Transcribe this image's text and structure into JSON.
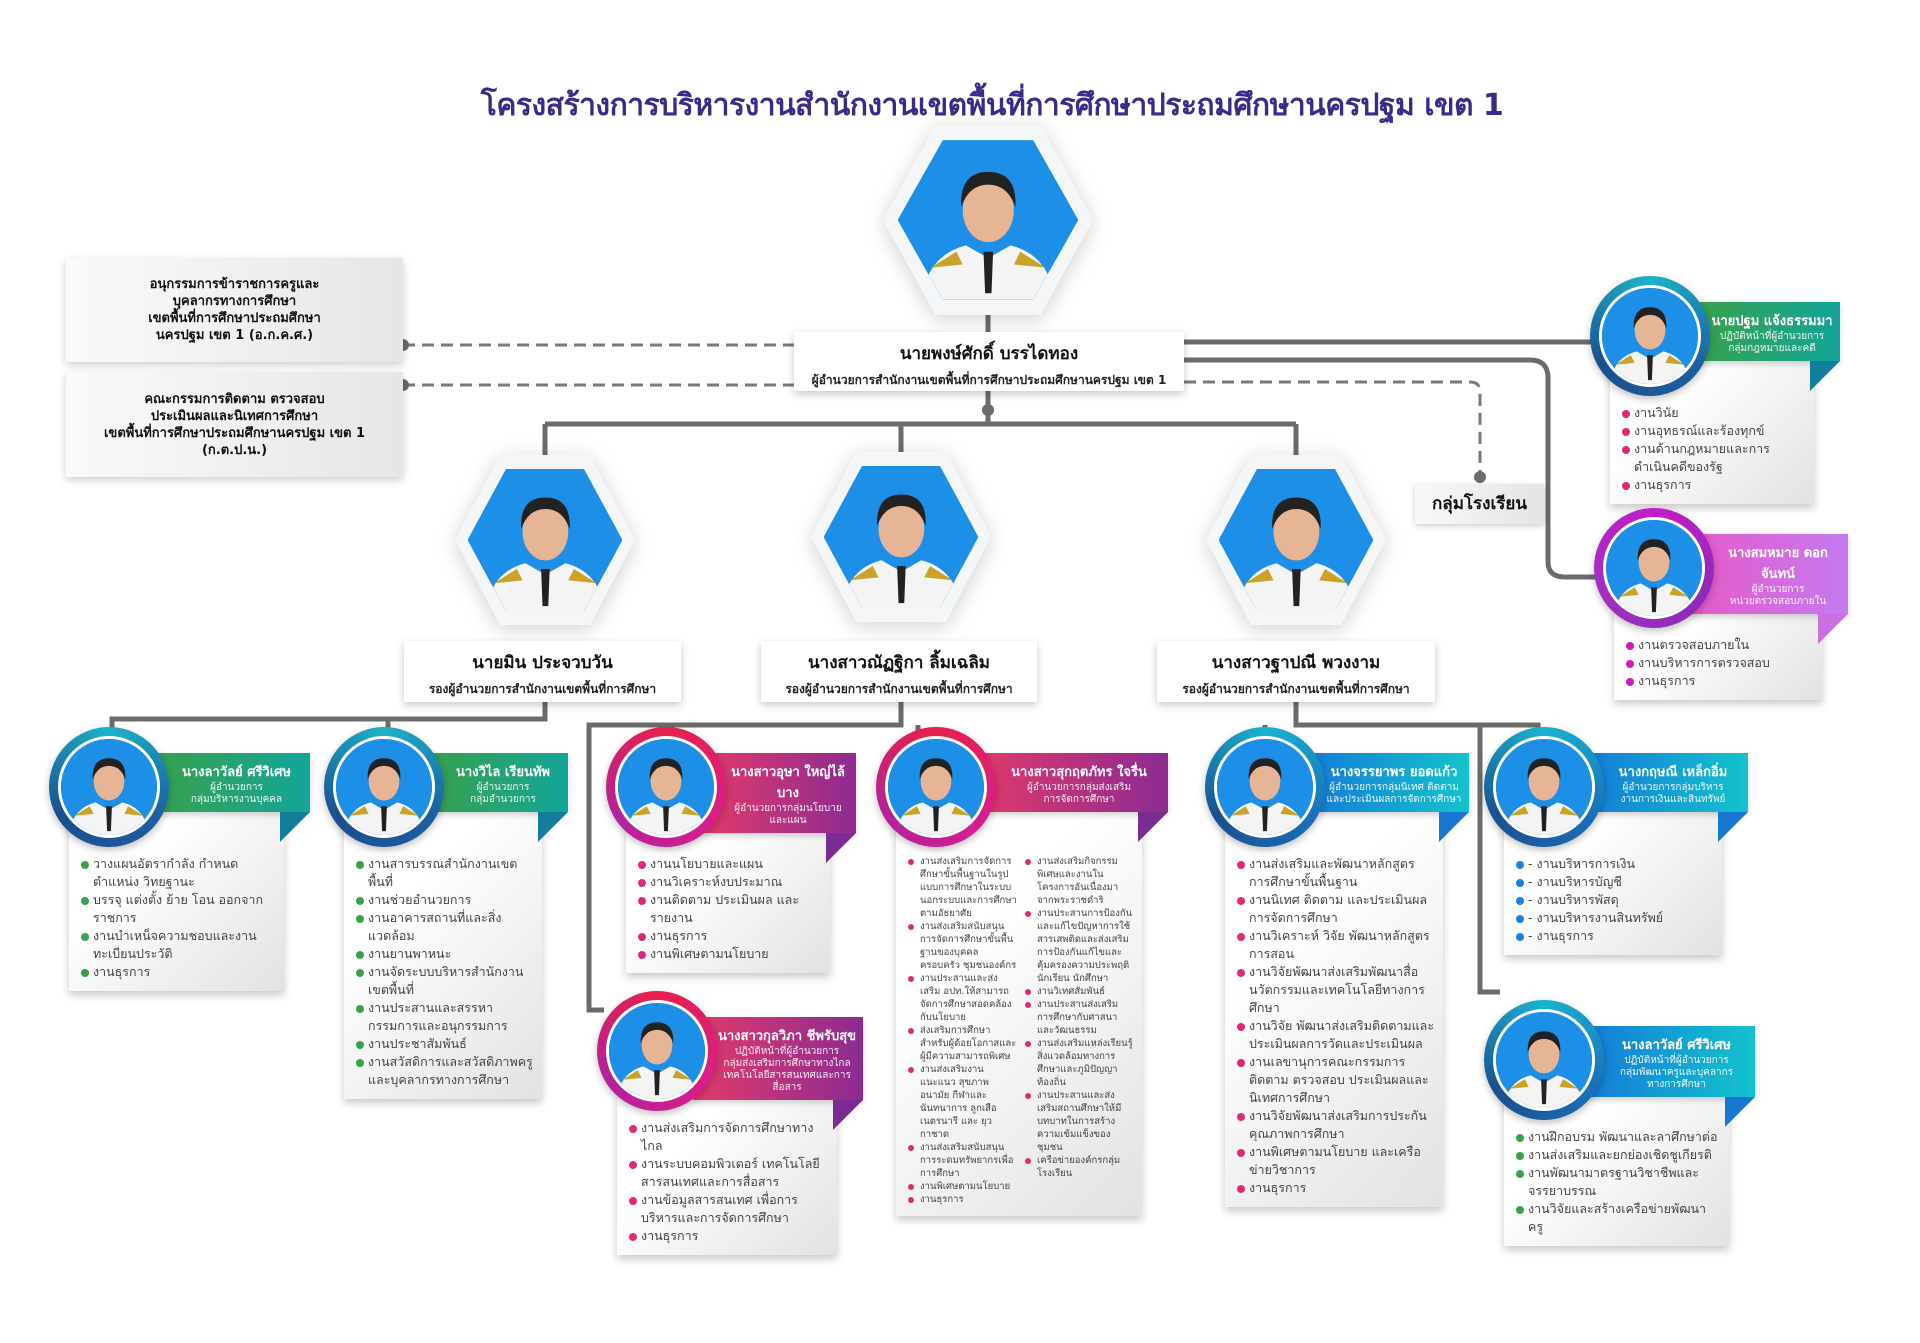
{
  "title": "โครงสร้างการบริหารงานสำนักงานเขตพื้นที่การศึกษาประถมศึกษานครปฐม เขต 1",
  "colors": {
    "title": "#3b2a8a",
    "connector": "#6b6b6b"
  },
  "director": {
    "name": "นายพงษ์ศักดิ์ บรรไดทอง",
    "position": "ผู้อำนวยการสำนักงานเขตพื้นที่การศึกษาประถมศึกษานครปฐม เขต 1"
  },
  "committees": [
    {
      "lines": [
        "อนุกรรมการข้าราชการครูและ",
        "บุคลากรทางการศึกษา",
        "เขตพื้นที่การศึกษาประถมศึกษา",
        "นครปฐม เขต 1 (อ.ก.ค.ศ.)"
      ]
    },
    {
      "lines": [
        "คณะกรรมการติดตาม ตรวจสอบ",
        "ประเมินผลและนิเทศการศึกษา",
        "เขตพื้นที่การศึกษาประถมศึกษานครปฐม เขต 1",
        "(ก.ต.ป.น.)"
      ]
    }
  ],
  "school_group": "กลุ่มโรงเรียน",
  "deputies": [
    {
      "name": "นายมิน ประจวบวัน",
      "position": "รองผู้อำนวยการสำนักงานเขตพื้นที่การศึกษา"
    },
    {
      "name": "นางสาวณัฏฐิกา ลิ้มเฉลิม",
      "position": "รองผู้อำนวยการสำนักงานเขตพื้นที่การศึกษา"
    },
    {
      "name": "นางสาวฐาปณี พวงงาม",
      "position": "รองผู้อำนวยการสำนักงานเขตพื้นที่การศึกษา"
    }
  ],
  "groups": [
    {
      "id": "legal",
      "name": "นายปฐม แจ้งธรรมมา",
      "position": [
        "ปฏิบัติหน้าที่ผู้อำนวยการ",
        "กลุ่มกฎหมายและคดี"
      ],
      "items": [
        "งานวินัย",
        "งานอุทธรณ์และร้องทุกข์",
        "งานด้านกฎหมายและการดำเนินคดีของรัฐ",
        "งานธุรการ"
      ]
    },
    {
      "id": "audit",
      "name": "นางสมหมาย ดอกจันทน์",
      "position": [
        "ผู้อำนวยการ",
        "หน่วยตรวจสอบภายใน"
      ],
      "items": [
        "งานตรวจสอบภายใน",
        "งานบริหารการตรวจสอบ",
        "งานธุรการ"
      ]
    },
    {
      "id": "personnel",
      "name": "นางลาวัลย์ ศรีวิเศษ",
      "position": [
        "ผู้อำนวยการ",
        "กลุ่มบริหารงานบุคคล"
      ],
      "items": [
        "วางแผนอัตรากำลัง กำหนดตำแหน่ง วิทยฐานะ",
        "บรรจุ แต่งตั้ง ย้าย โอน ออกจากราชการ",
        "งานบำเหน็จความชอบและงานทะเบียนประวัติ",
        "งานธุรการ"
      ]
    },
    {
      "id": "admin",
      "name": "นางวิไล เรียนทัพ",
      "position": [
        "ผู้อำนวยการ",
        "กลุ่มอำนวยการ"
      ],
      "items": [
        "งานสารบรรณสำนักงานเขตพื้นที่",
        "งานช่วยอำนวยการ",
        "งานอาคารสถานที่และสิ่งแวดล้อม",
        "งานยานพาหนะ",
        "งานจัดระบบบริหารสำนักงานเขตพื้นที่",
        "งานประสานและสรรหากรรมการและอนุกรรมการ",
        "งานประชาสัมพันธ์",
        "งานสวัสดิการและสวัสดิภาพครูและบุคลากรทางการศึกษา"
      ]
    },
    {
      "id": "policy",
      "name": "นางสาวอุษา ใหญ่ไล้บาง",
      "position": [
        "ผู้อำนวยการกลุ่มนโยบาย",
        "และแผน"
      ],
      "items": [
        "งานนโยบายและแผน",
        "งานวิเคราะห์งบประมาณ",
        "งานติดตาม ประเมินผล และรายงาน",
        "งานธุรการ",
        "งานพิเศษตามนโยบาย"
      ]
    },
    {
      "id": "promotion",
      "name": "นางสาวสุกฤตภัทร ใจรื่น",
      "position": [
        "ผู้อำนวยการกลุ่มส่งเสริม",
        "การจัดการศึกษา"
      ],
      "items_left": [
        "งานส่งเสริมการจัดการศึกษาขั้นพื้นฐานในรูปแบบการศึกษาในระบบ นอกระบบและการศึกษาตามอัธยาศัย",
        "งานส่งเสริมสนับสนุนการจัดการศึกษาขั้นพื้นฐานของบุคคล ครอบครัว ชุมชนองค์กร",
        "งานประสานและส่งเสริม อปท.ให้สามารถจัดการศึกษาสอดคล้องกับนโยบาย",
        "ส่งเสริมการศึกษาสำหรับผู้ด้อยโอกาสและผู้มีความสามารถพิเศษ",
        "งานส่งเสริมงานแนะแนว สุขภาพ อนามัย กีฬาและนันทนาการ ลูกเสือ เนตรนารี และ ยุวกาชาด",
        "งานส่งเสริมสนับสนุนการระดมทรัพยากรเพื่อการศึกษา",
        "งานพิเศษตามนโยบาย",
        "งานธุรการ"
      ],
      "items_right": [
        "งานส่งเสริมกิจกรรมพิเศษและงานในโครงการอันเนื่องมาจากพระราชดำริ",
        "งานประสานการป้องกันและแก้ไขปัญหาการใช้สารเสพติดและส่งเสริมการป้องกันแก้ไขและคุ้มครองความประพฤตินักเรียน นักศึกษา",
        "งานวิเทศสัมพันธ์",
        "งานประสานส่งเสริมการศึกษากับศาสนาและวัฒนธรรม",
        "งานส่งเสริมแหล่งเรียนรู้สิ่งแวดล้อมทางการศึกษาและภูมิปัญญาท้องถิ่น",
        "งานประสานและส่งเสริมสถานศึกษาให้มีบทบาทในการสร้างความเข้มแข็งของชุมชน",
        "เครือข่ายองค์กรกลุ่มโรงเรียน"
      ]
    },
    {
      "id": "ict",
      "name": "นางสาวกุลวิภา ชีพรับสุข",
      "position": [
        "ปฏิบัติหน้าที่ผู้อำนวยการ",
        "กลุ่มส่งเสริมการศึกษาทางไกล",
        "เทคโนโลยีสารสนเทศและการสื่อสาร"
      ],
      "items": [
        "งานส่งเสริมการจัดการศึกษาทางไกล",
        "งานระบบคอมพิวเตอร์ เทคโนโลยีสารสนเทศและการสื่อสาร",
        "งานข้อมูลสารสนเทศ เพื่อการบริหารและการจัดการศึกษา",
        "งานธุรการ"
      ]
    },
    {
      "id": "supervision",
      "name": "นางจรรยาพร ยอดแก้ว",
      "position": [
        "ผู้อำนวยการกลุ่มนิเทศ ติดตาม",
        "และประเมินผลการจัดการศึกษา"
      ],
      "items": [
        "งานส่งเสริมและพัฒนาหลักสูตรการศึกษาขั้นพื้นฐาน",
        "งานนิเทศ ติดตาม และประเมินผลการจัดการศึกษา",
        "งานวิเคราะห์ วิจัย พัฒนาหลักสูตรการสอน",
        "งานวิจัยพัฒนาส่งเสริมพัฒนาสื่อนวัตกรรมและเทคโนโลยีทางการศึกษา",
        "งานวิจัย พัฒนาส่งเสริมติดตามและประเมินผลการวัดและประเมินผล",
        "งานเลขานุการคณะกรรมการติดตาม ตรวจสอบ ประเมินผลและนิเทศการศึกษา",
        "งานวิจัยพัฒนาส่งเสริมการประกันคุณภาพการศึกษา",
        "งานพิเศษตามนโยบาย และเครือข่ายวิชาการ",
        "งานธุรการ"
      ]
    },
    {
      "id": "finance",
      "name": "นางกฤษณี เหล็กอิ่ม",
      "position": [
        "ผู้อำนวยการกลุ่มบริหาร",
        "งานการเงินและสินทรัพย์"
      ],
      "items": [
        "- งานบริหารการเงิน",
        "- งานบริหารบัญชี",
        "- งานบริหารพัสดุ",
        "- งานบริหารงานสินทรัพย์",
        "- งานธุรการ"
      ]
    },
    {
      "id": "development",
      "name": "นางลาวัลย์ ศรีวิเศษ",
      "position": [
        "ปฏิบัติหน้าที่ผู้อำนวยการ",
        "กลุ่มพัฒนาครูและบุคลากร",
        "ทางการศึกษา"
      ],
      "items": [
        "งานฝึกอบรม พัฒนาและลาศึกษาต่อ",
        "งานส่งเสริมและยกย่องเชิดชูเกียรติ",
        "งานพัฒนามาตรฐานวิชาชีพและจรรยาบรรณ",
        "งานวิจัยและสร้างเครือข่ายพัฒนาครู"
      ]
    }
  ]
}
